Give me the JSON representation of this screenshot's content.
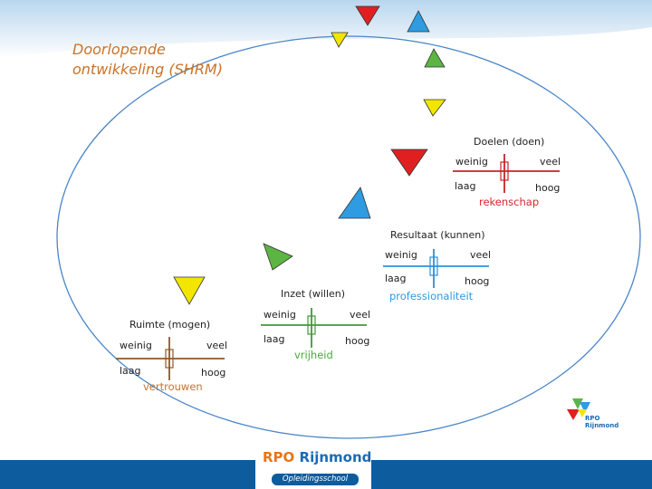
{
  "title": {
    "line1": "Doorlopende",
    "line2": "ontwikkeling (SHRM)"
  },
  "diagram": {
    "doelen": {
      "heading": "Doelen (doen)",
      "top_left": "weinig",
      "top_right": "veel",
      "bottom_left": "laag",
      "bottom_right": "hoog",
      "key": "rekenschap",
      "key_color": "#d9272e"
    },
    "resultaat": {
      "heading": "Resultaat (kunnen)",
      "top_left": "weinig",
      "top_right": "veel",
      "bottom_left": "laag",
      "bottom_right": "hoog",
      "key": "professionaliteit",
      "key_color": "#2f9be0"
    },
    "inzet": {
      "heading": "Inzet (willen)",
      "top_left": "weinig",
      "top_right": "veel",
      "bottom_left": "laag",
      "bottom_right": "hoog",
      "key": "vrijheid",
      "key_color": "#4aa83c"
    },
    "ruimte": {
      "heading": "Ruimte (mogen)",
      "top_left": "weinig",
      "top_right": "veel",
      "bottom_left": "laag",
      "bottom_right": "hoog",
      "key": "vertrouwen",
      "key_color": "#c8732a"
    }
  },
  "logos": {
    "small_line1": "RPO",
    "small_line2": "Rijnmond",
    "main_prefix": "RPO",
    "main_suffix": "Rijnmond",
    "tagline": "Opleidingsschool"
  },
  "colors": {
    "red": "#e02020",
    "blue": "#2f9be0",
    "green": "#5cb543",
    "yellow": "#f2e600",
    "footer": "#0c5c9e",
    "title": "#c8732a"
  }
}
